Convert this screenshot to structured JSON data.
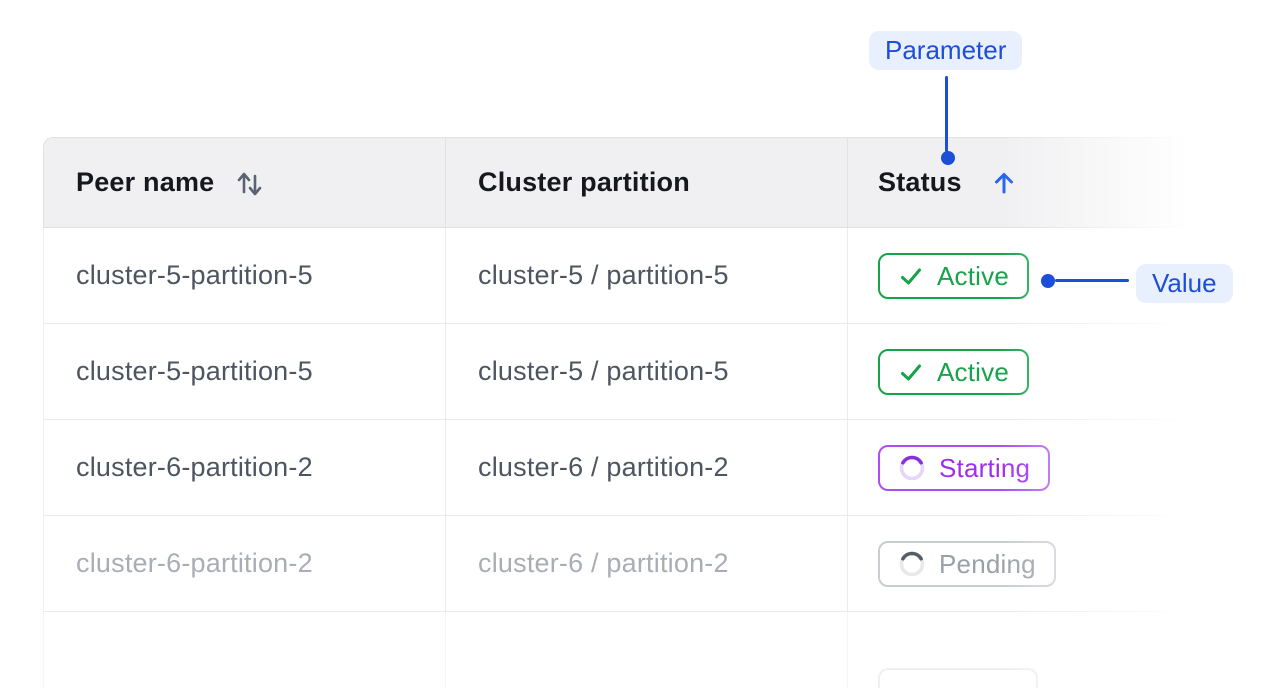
{
  "annotations": {
    "parameter": {
      "label": "Parameter",
      "color": "#1d4ed8",
      "bg": "#e8effd"
    },
    "value": {
      "label": "Value",
      "color": "#1d4ed8",
      "bg": "#e8effd"
    }
  },
  "table": {
    "columns": [
      {
        "label": "Peer name",
        "sortable": true,
        "sort": "none",
        "icon": "sort-up-down-icon"
      },
      {
        "label": "Cluster partition",
        "sortable": false,
        "sort": "none"
      },
      {
        "label": "Status",
        "sortable": true,
        "sort": "asc",
        "icon": "arrow-up-icon"
      }
    ],
    "rows": [
      {
        "peer_name": "cluster-5-partition-5",
        "cluster_partition": "cluster-5 / partition-5",
        "status": {
          "label": "Active",
          "state": "active",
          "icon": "check-icon"
        }
      },
      {
        "peer_name": "cluster-5-partition-5",
        "cluster_partition": "cluster-5 / partition-5",
        "status": {
          "label": "Active",
          "state": "active",
          "icon": "check-icon"
        }
      },
      {
        "peer_name": "cluster-6-partition-2",
        "cluster_partition": "cluster-6 / partition-2",
        "status": {
          "label": "Starting",
          "state": "starting",
          "icon": "spinner-icon"
        }
      },
      {
        "peer_name": "cluster-6-partition-2",
        "cluster_partition": "cluster-6 / partition-2",
        "status": {
          "label": "Pending",
          "state": "pending",
          "icon": "spinner-icon"
        }
      },
      {
        "peer_name": "",
        "cluster_partition": "",
        "status": {
          "label": "",
          "state": "ghost"
        }
      }
    ],
    "status_colors": {
      "active": "#16a34a",
      "starting": "#9e2df0",
      "pending": "#9aa0a8"
    },
    "header_bg": "#f0f0f2",
    "row_border": "#e8e9ec",
    "accent_blue": "#1d4ed8"
  }
}
